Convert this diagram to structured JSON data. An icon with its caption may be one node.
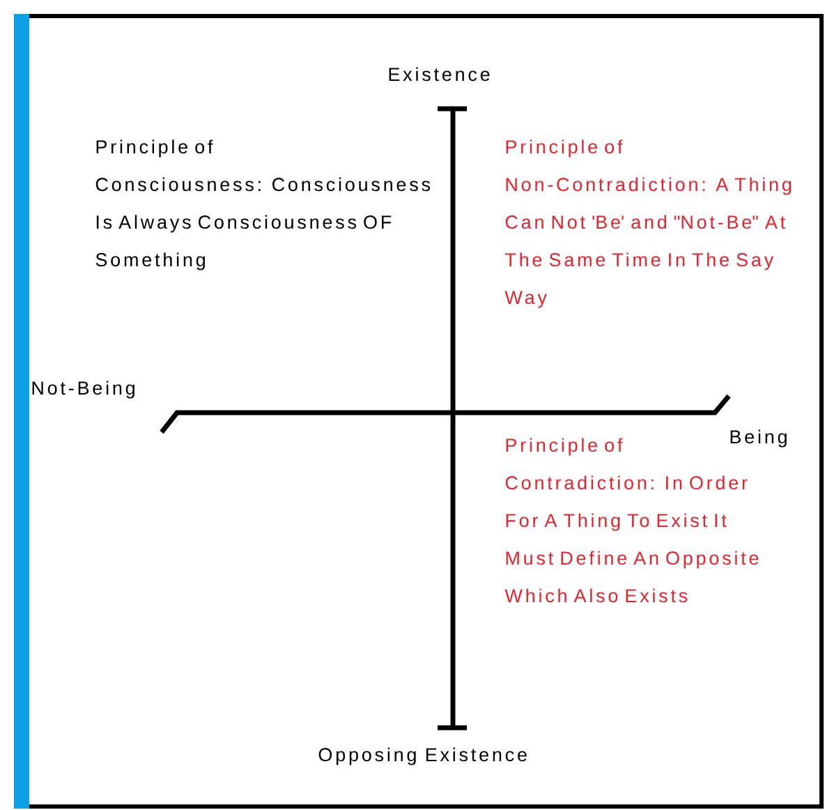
{
  "diagram": {
    "labels": [
      "Existence",
      "Principle of",
      "Consciousness: Consciousness Is Always Consciousness OF Something",
      "Principle of",
      "Non-Contradiction: A Thing Can Not 'Be' and \"Not-Be\" At The Same Time In The Say Way",
      "Not-Being",
      "Being",
      "Principle of",
      "Contradiction: In Order For A Thing To Exist It Must Define An Opposite Which Also Exists",
      "Opposing Existence"
    ]
  }
}
